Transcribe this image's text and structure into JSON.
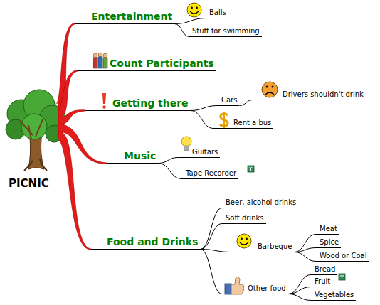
{
  "diagram": {
    "nodes": [
      {
        "text": [
          "PICNIC"
        ]
      },
      {
        "text": [
          "Entertainment"
        ]
      },
      {
        "text": [
          "Balls"
        ]
      },
      {
        "text": [
          "Stuff for swimming"
        ]
      },
      {
        "text": [
          "Count Participants"
        ]
      },
      {
        "text": [
          "Getting there"
        ]
      },
      {
        "text": [
          "Cars"
        ]
      },
      {
        "text": [
          "Drivers shouldn't drink"
        ]
      },
      {
        "text": [
          "Rent a bus"
        ]
      },
      {
        "text": [
          "Music"
        ]
      },
      {
        "text": [
          "Guitars"
        ]
      },
      {
        "text": [
          "Tape Recorder"
        ]
      },
      {
        "text": [
          "Food and Drinks"
        ]
      },
      {
        "text": [
          "Beer, alcohol drinks"
        ]
      },
      {
        "text": [
          "Soft drinks"
        ]
      },
      {
        "text": [
          "Barbeque"
        ]
      },
      {
        "text": [
          "Meat"
        ]
      },
      {
        "text": [
          "Spice"
        ]
      },
      {
        "text": [
          "Wood or Coal"
        ]
      },
      {
        "text": [
          "Other food"
        ]
      },
      {
        "text": [
          "Bread"
        ]
      },
      {
        "text": [
          "Fruit"
        ]
      },
      {
        "text": [
          "Vegetables"
        ]
      }
    ],
    "edges": [
      {
        "from": 0,
        "to": 1,
        "arrow": "none"
      },
      {
        "from": 0,
        "to": 4,
        "arrow": "none"
      },
      {
        "from": 0,
        "to": 5,
        "arrow": "none"
      },
      {
        "from": 0,
        "to": 9,
        "arrow": "none"
      },
      {
        "from": 0,
        "to": 12,
        "arrow": "none"
      },
      {
        "from": 1,
        "to": 2,
        "arrow": "none"
      },
      {
        "from": 1,
        "to": 3,
        "arrow": "none"
      },
      {
        "from": 5,
        "to": 6,
        "arrow": "none"
      },
      {
        "from": 6,
        "to": 7,
        "arrow": "none"
      },
      {
        "from": 5,
        "to": 8,
        "arrow": "none"
      },
      {
        "from": 9,
        "to": 10,
        "arrow": "none"
      },
      {
        "from": 9,
        "to": 11,
        "arrow": "none"
      },
      {
        "from": 12,
        "to": 13,
        "arrow": "none"
      },
      {
        "from": 12,
        "to": 14,
        "arrow": "none"
      },
      {
        "from": 12,
        "to": 15,
        "arrow": "none"
      },
      {
        "from": 15,
        "to": 16,
        "arrow": "none"
      },
      {
        "from": 15,
        "to": 17,
        "arrow": "none"
      },
      {
        "from": 15,
        "to": 18,
        "arrow": "none"
      },
      {
        "from": 12,
        "to": 19,
        "arrow": "none"
      },
      {
        "from": 19,
        "to": 20,
        "arrow": "none"
      },
      {
        "from": 19,
        "to": 21,
        "arrow": "none"
      },
      {
        "from": 19,
        "to": 22,
        "arrow": "none"
      }
    ]
  }
}
